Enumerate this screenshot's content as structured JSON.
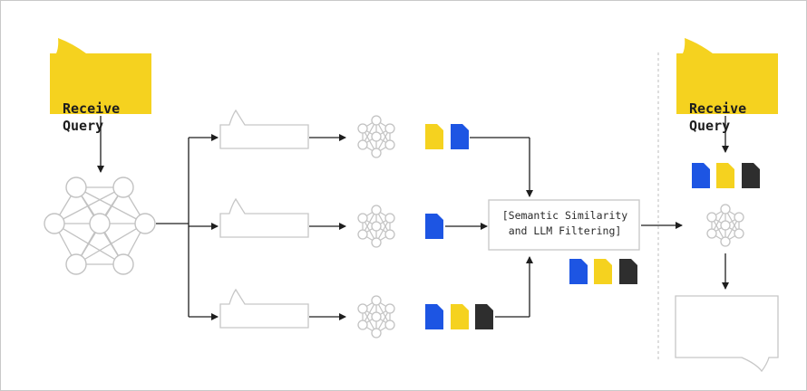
{
  "receive_query_left": {
    "line1": "Receive",
    "line2": "Query"
  },
  "receive_query_right": {
    "line1": "Receive",
    "line2": "Query"
  },
  "filter_box": {
    "line1": "[Semantic Similarity",
    "line2": "and LLM Filtering]"
  },
  "colors": {
    "yellow": "#f5d21f",
    "blue": "#1d55e3",
    "dark": "#2e2e2e",
    "outline": "#c7c7c7",
    "arrow": "#1e1e1e"
  },
  "icons": [
    "speech-bubble-icon",
    "neural-network-icon",
    "document-icon",
    "chat-bubble-icon"
  ]
}
